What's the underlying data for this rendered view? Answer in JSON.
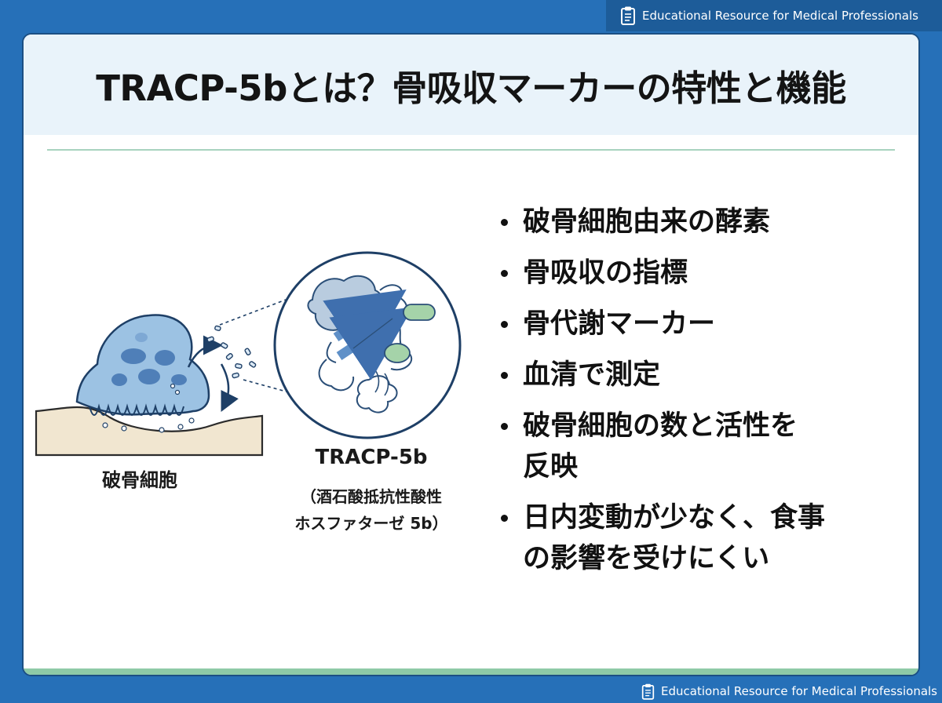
{
  "badge": {
    "text": "Educational Resource for Medical Professionals",
    "icon": "clipboard-icon"
  },
  "title": "TRACP-5bとは？骨吸収マーカーの特性と機能",
  "illustration": {
    "cell_label": "破骨細胞",
    "enzyme_name": "TRACP-5b",
    "enzyme_full_line1": "（酒石酸抵抗性酸性",
    "enzyme_full_line2": "ホスファターゼ 5b）"
  },
  "bullets": [
    {
      "lines": [
        "破骨細胞由来の酵素"
      ]
    },
    {
      "lines": [
        "骨吸収の指標"
      ]
    },
    {
      "lines": [
        "骨代謝マーカー"
      ]
    },
    {
      "lines": [
        "血清で測定"
      ]
    },
    {
      "lines": [
        "破骨細胞の数と活性を",
        "反映"
      ]
    },
    {
      "lines": [
        "日内変動が少なく、食事",
        "の影響を受けにくい"
      ]
    }
  ],
  "colors": {
    "background": "#2670b8",
    "card": "#ffffff",
    "header_band": "#e9f3fa",
    "accent_rule": "#a8d3bf",
    "cell": "#9cc2e3",
    "nuclei": "#4f7fb8",
    "bone": "#f1e6d0",
    "helix": "#5f90c8",
    "sheet_green": "#a5d3a9"
  }
}
